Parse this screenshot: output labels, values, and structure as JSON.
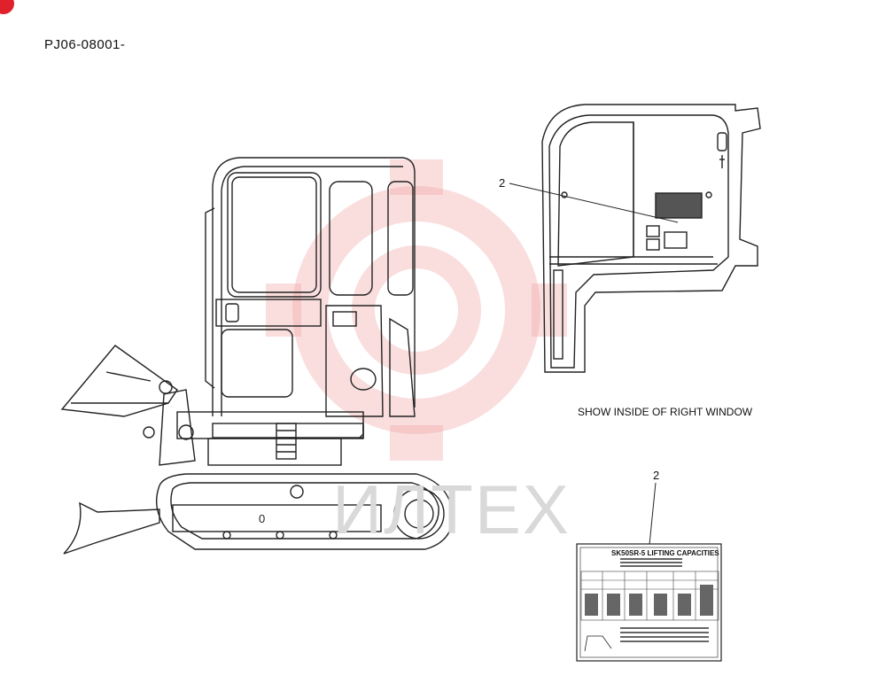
{
  "header": {
    "part_code": "PJ06-08001-"
  },
  "figure": {
    "caption": "SHOW INSIDE OF RIGHT WINDOW",
    "callouts": [
      "2",
      "2"
    ],
    "decal": {
      "title": "SK50SR-5 LIFTING CAPACITIES"
    },
    "crawler_mark": "0"
  },
  "watermark": {
    "text": "ИЛТЕХ",
    "color": "#f2a0a0"
  },
  "colors": {
    "line": "#222222",
    "brand_corner": "#e0202a"
  }
}
